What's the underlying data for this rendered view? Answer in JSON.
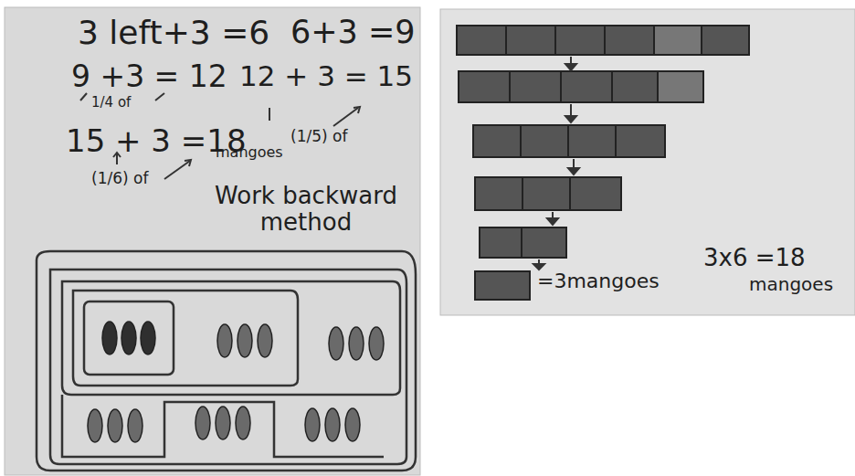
{
  "diagram": {
    "labels": [
      "3 left+3 =6",
      "6+3 =9",
      "9 +3 = 12",
      "12 + 3 = 15",
      "1/4 of",
      "(1/5) of",
      "15 + 3 =18",
      "mangoes",
      "(1/6) of",
      "Work backward method",
      "=3mangoes",
      "3x6 =18",
      "mangoes"
    ]
  }
}
